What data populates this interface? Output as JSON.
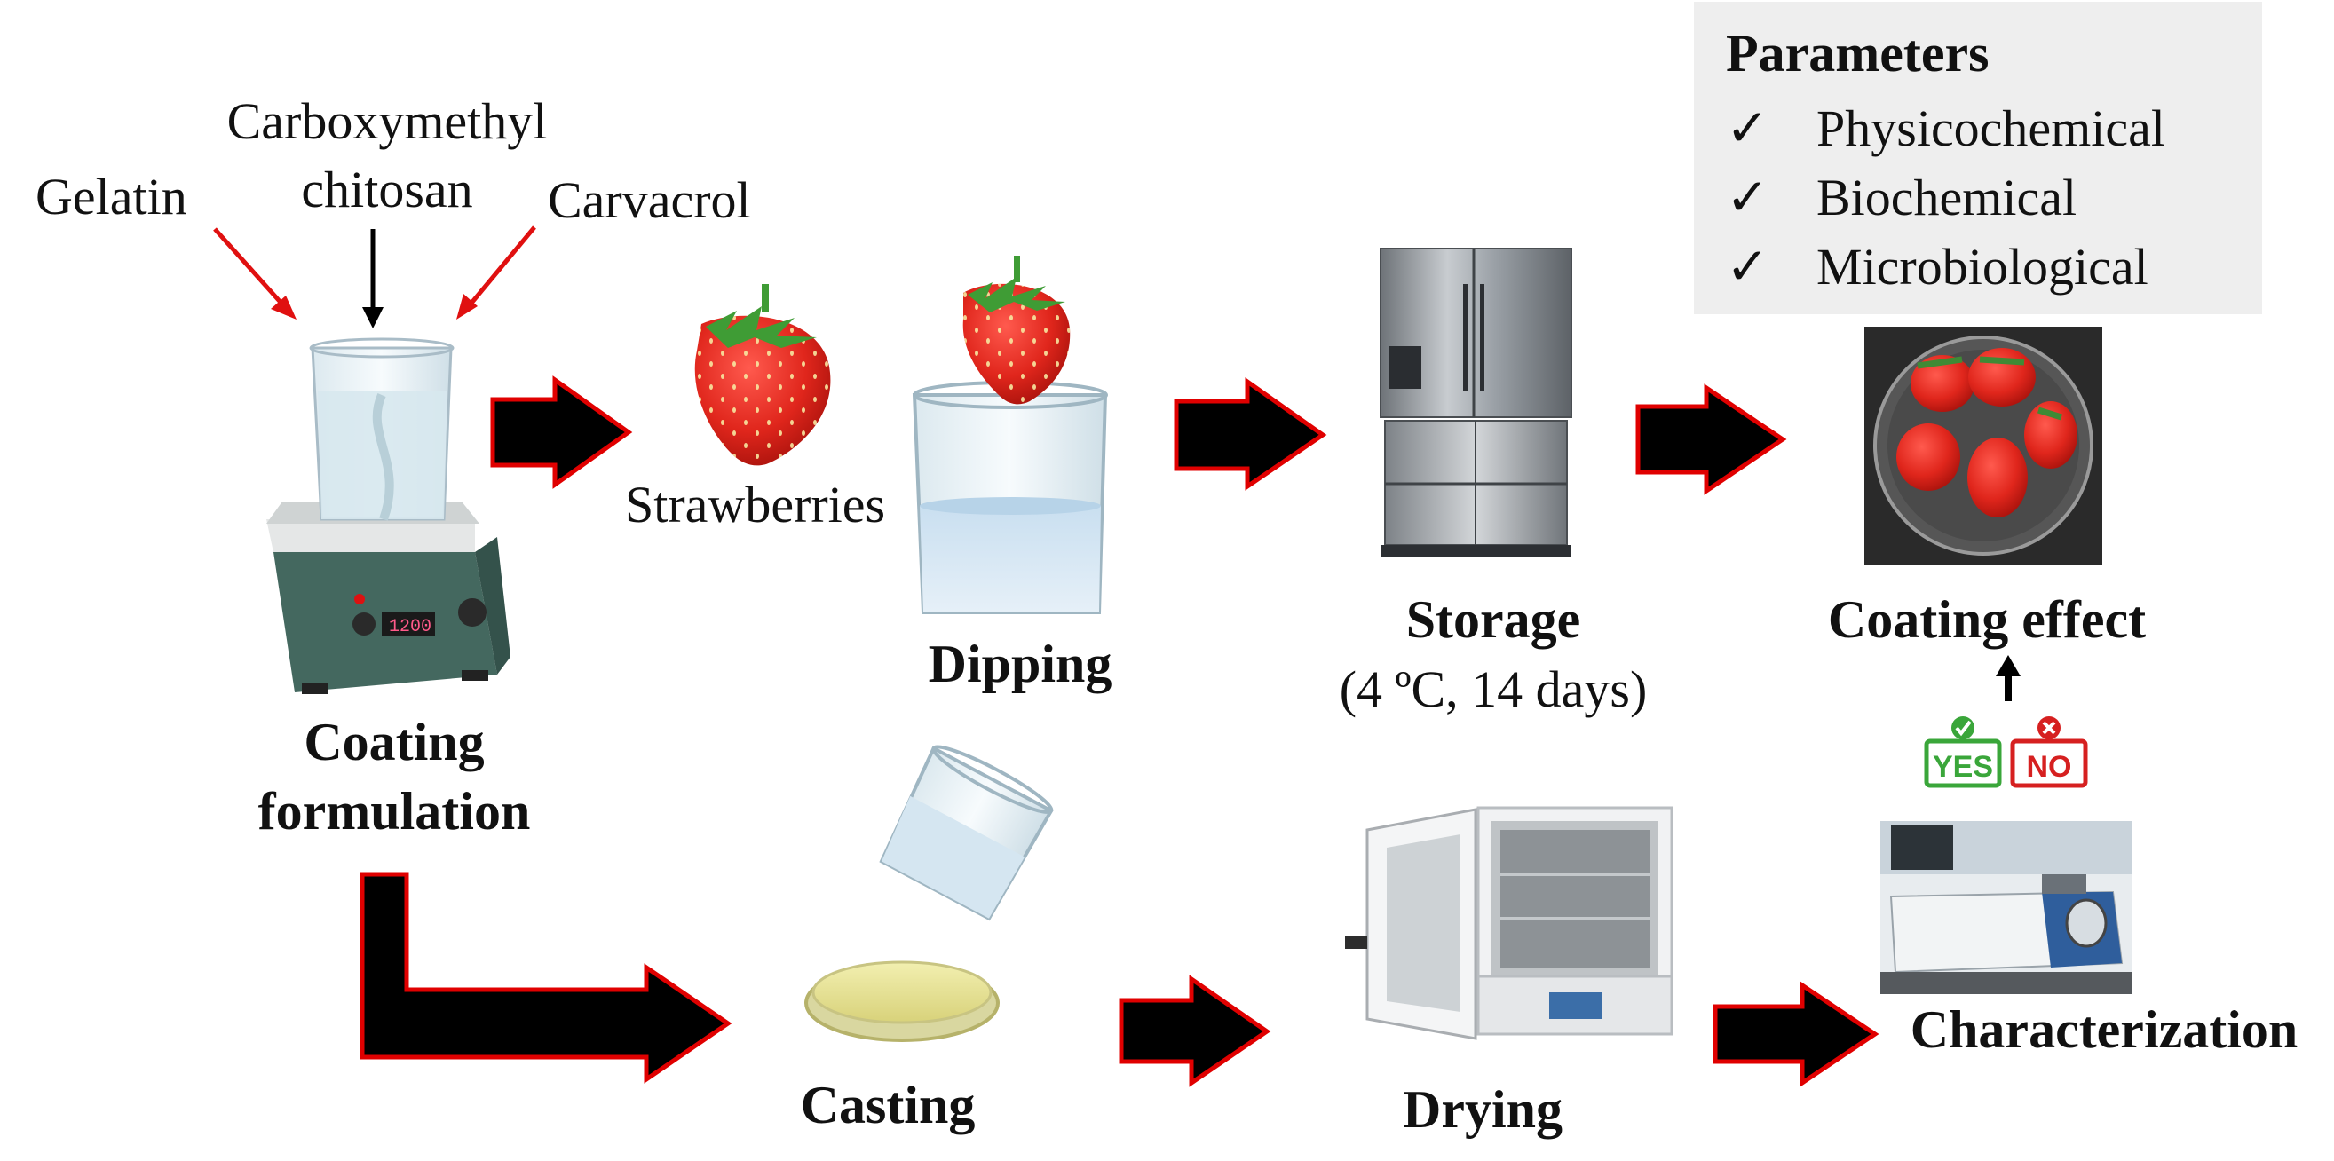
{
  "ingredients": {
    "gelatin": "Gelatin",
    "carboxymethyl_line1": "Carboxymethyl",
    "carboxymethyl_line2": "chitosan",
    "carvacrol": "Carvacrol"
  },
  "steps": {
    "coating_formulation_line1": "Coating",
    "coating_formulation_line2": "formulation",
    "strawberries": "Strawberries",
    "dipping": "Dipping",
    "storage": "Storage",
    "storage_conditions": "(4 ºC, 14 days)",
    "coating_effect": "Coating effect",
    "casting": "Casting",
    "drying": "Drying",
    "characterization": "Characterization"
  },
  "parameters": {
    "title": "Parameters",
    "check_mark": "✓",
    "items": [
      "Physicochemical",
      "Biochemical",
      "Microbiological"
    ]
  },
  "badges": {
    "yes": "YES",
    "no": "NO"
  },
  "device": {
    "hotplate_display": "1200"
  },
  "colors": {
    "arrow_fill": "#000000",
    "arrow_outline": "#e00000",
    "red_pointer": "#e01010",
    "yes_green": "#3aa63a",
    "no_red": "#d62020",
    "param_box": "#eeeeee"
  }
}
